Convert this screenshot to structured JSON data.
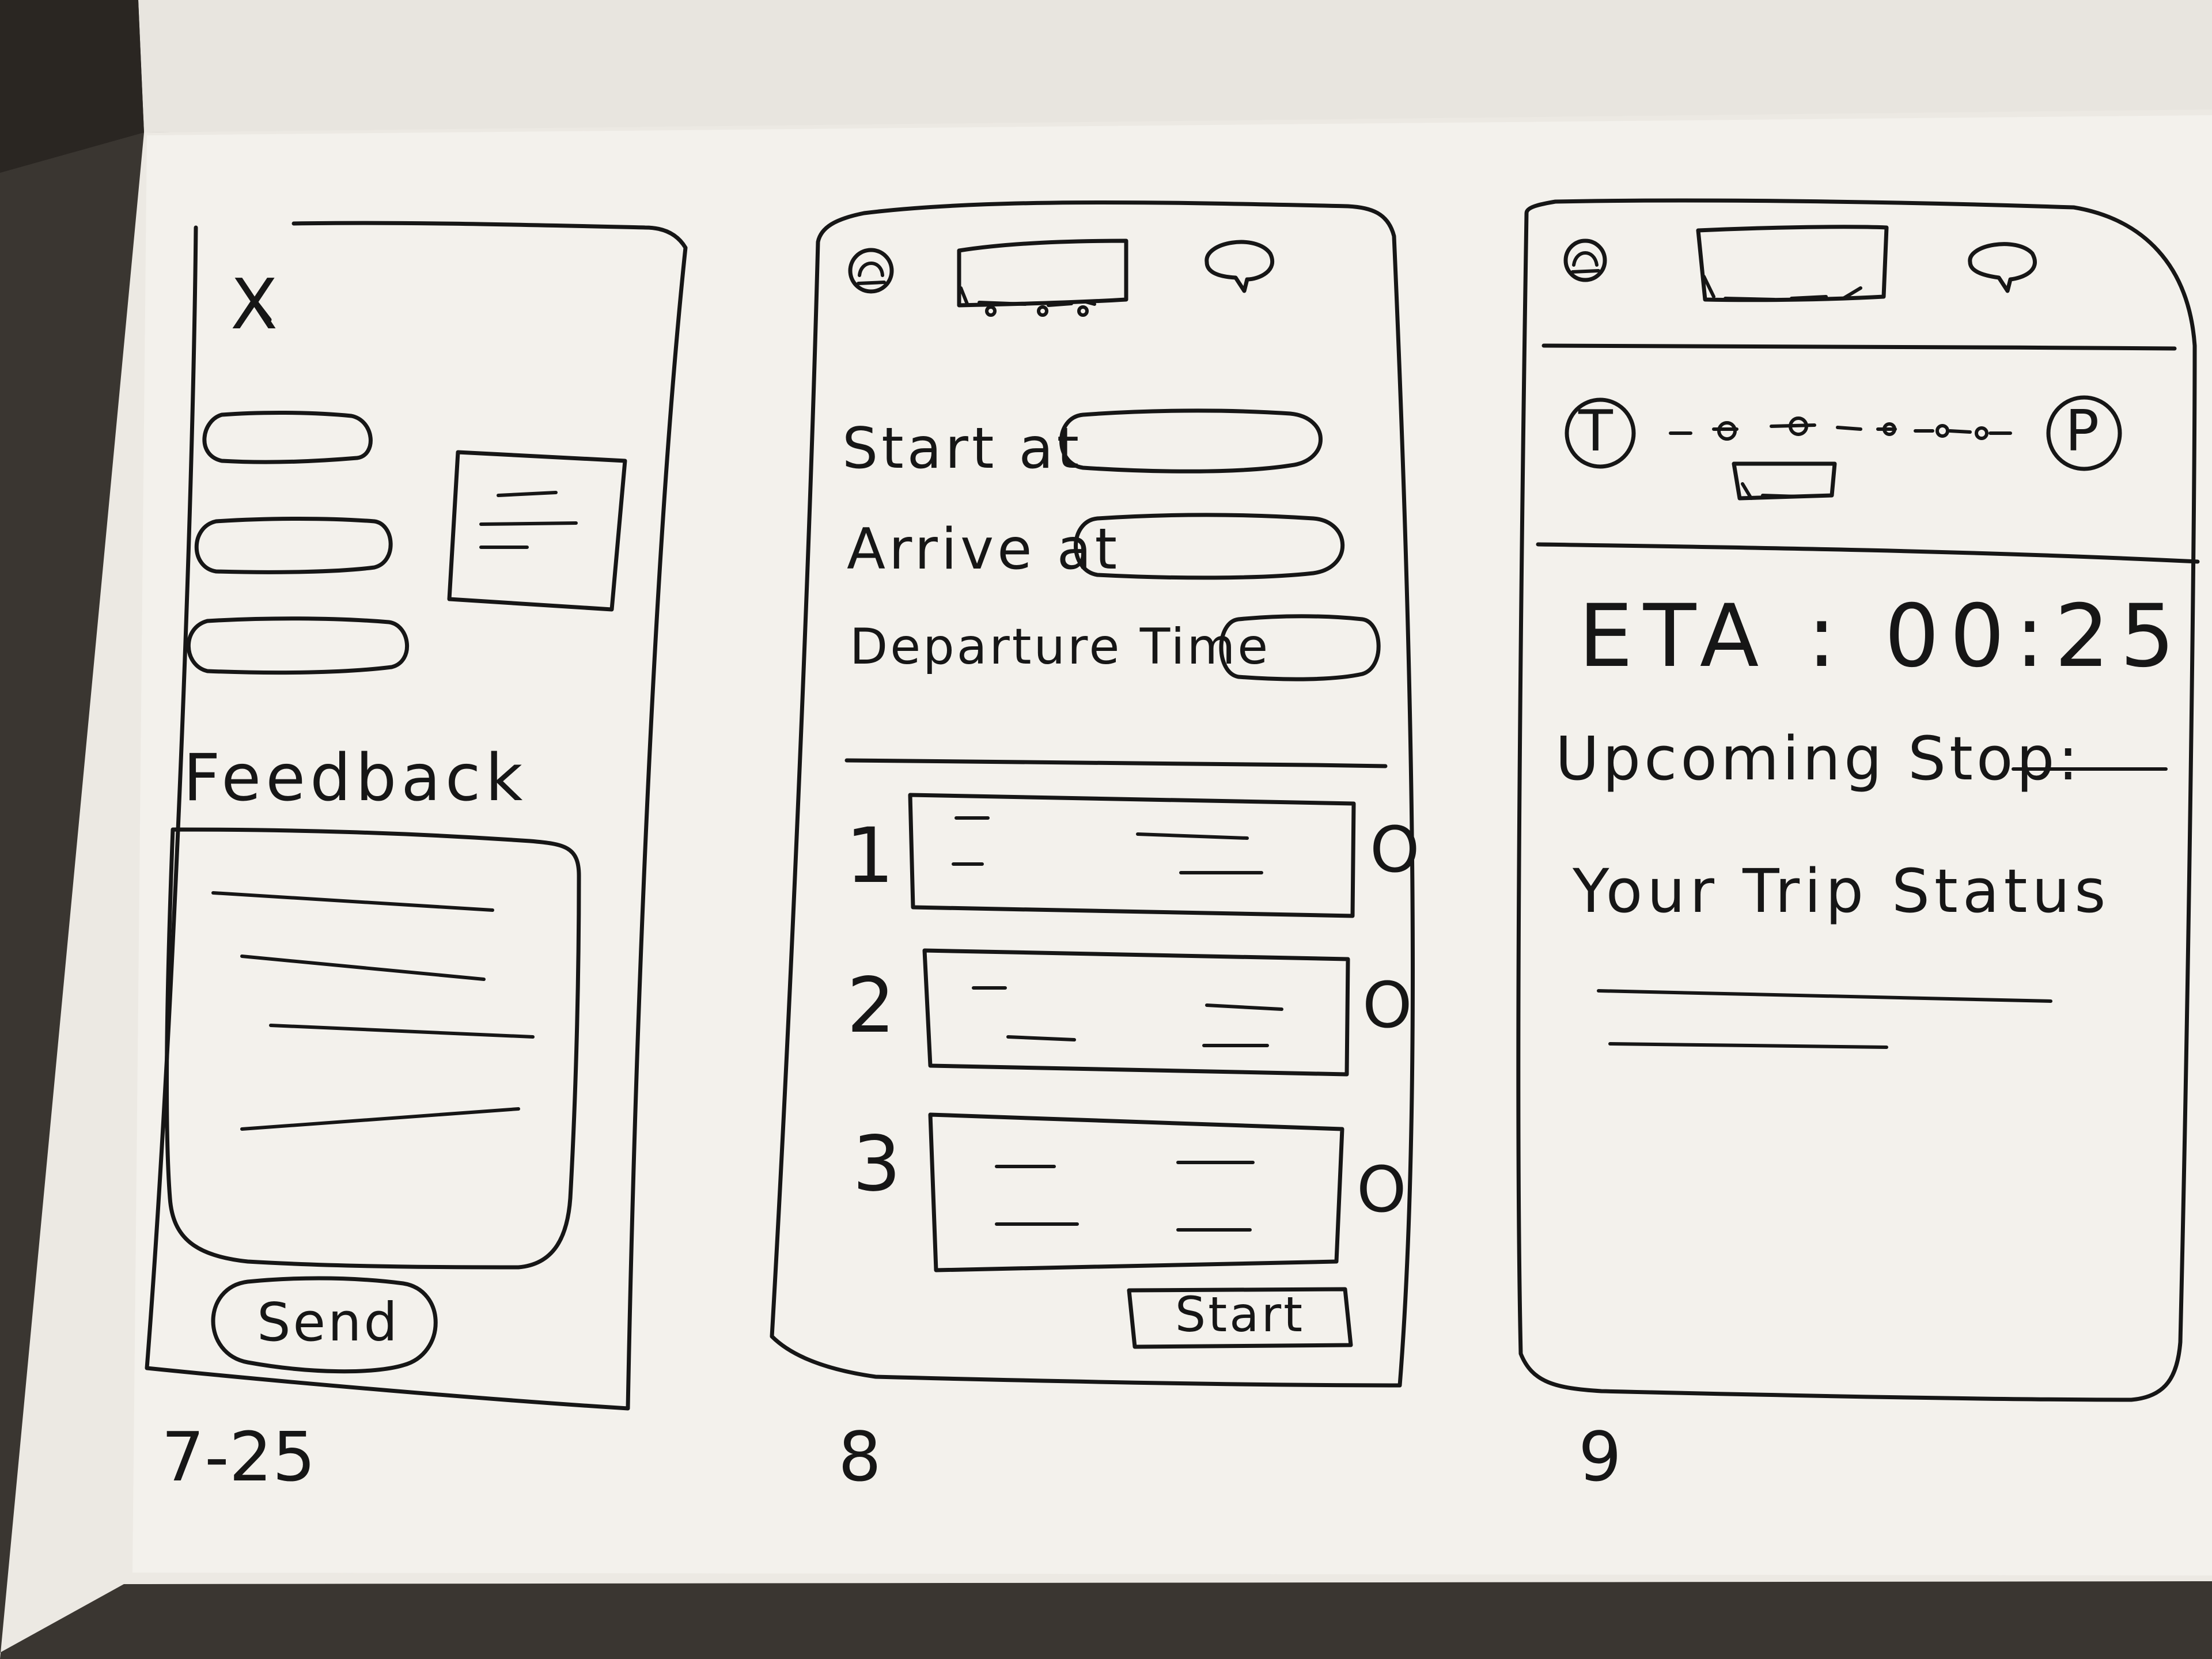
{
  "screens": [
    {
      "number": "7-25",
      "close_symbol": "X",
      "options_count": 3,
      "feedback_label": "Feedback",
      "send_label": "Send"
    },
    {
      "number": "8",
      "start_at_label": "Start at",
      "arrive_at_label": "Arrive at",
      "departure_time_label": "Departure Time",
      "routes": [
        {
          "index": "1",
          "radio": "O"
        },
        {
          "index": "2",
          "radio": "O"
        },
        {
          "index": "3",
          "radio": "O"
        }
      ],
      "start_label": "Start"
    },
    {
      "number": "9",
      "origin_marker": "T",
      "destination_marker": "P",
      "eta_label": "ETA : 00:25",
      "upcoming_stop_label": "Upcoming Stop:",
      "trip_status_label": "Your Trip Status"
    }
  ],
  "icons": {
    "top_left": "profile-icon",
    "top_center": "bus-icon",
    "top_right": "chat-bubble-icon"
  },
  "colors": {
    "paper": "#f3f1ec",
    "ink": "#161616",
    "table": "#3a3631"
  }
}
